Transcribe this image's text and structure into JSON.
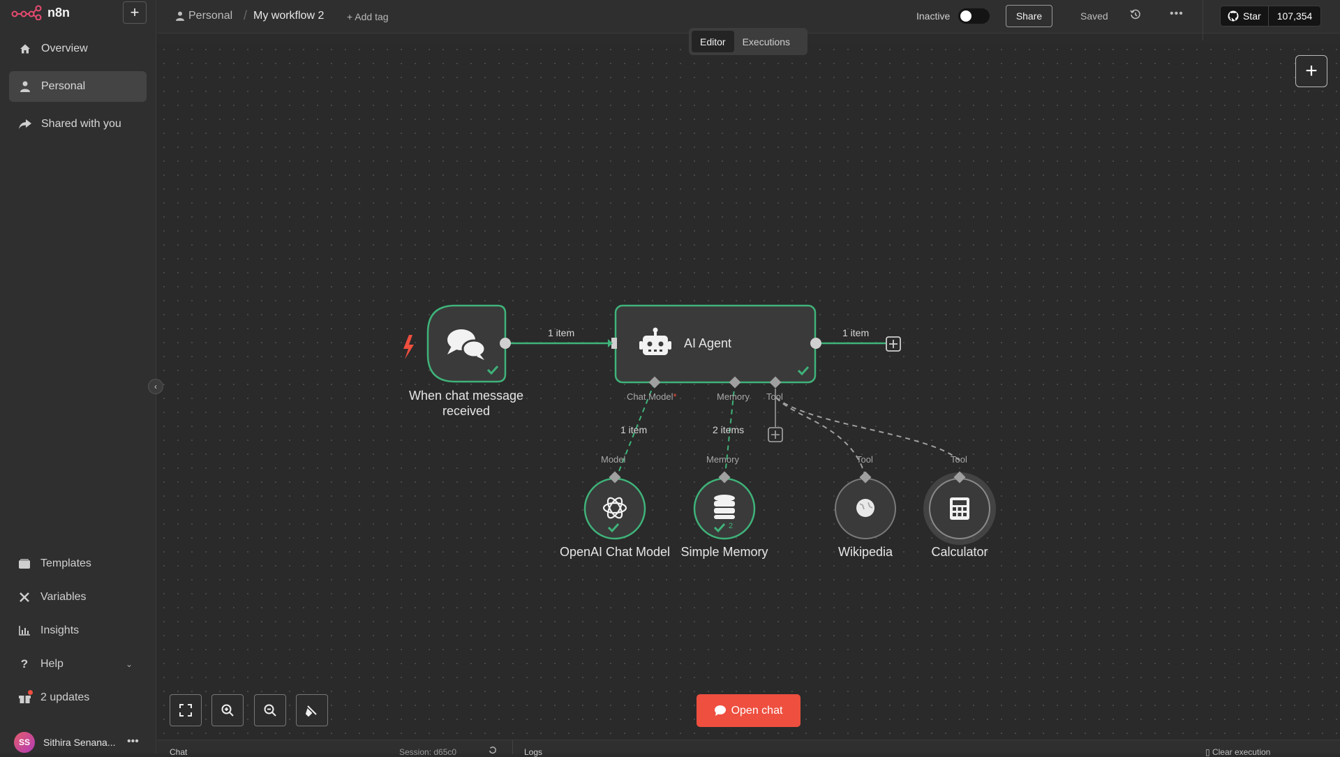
{
  "app": {
    "name": "n8n"
  },
  "sidebar": {
    "items": [
      {
        "label": "Overview",
        "icon": "home-icon"
      },
      {
        "label": "Personal",
        "icon": "user-icon",
        "active": true
      },
      {
        "label": "Shared with you",
        "icon": "share-icon"
      }
    ],
    "bottom_items": [
      {
        "label": "Templates",
        "icon": "templates-icon"
      },
      {
        "label": "Variables",
        "icon": "variables-icon"
      },
      {
        "label": "Insights",
        "icon": "insights-icon"
      },
      {
        "label": "Help",
        "icon": "help-icon"
      },
      {
        "label": "2 updates",
        "icon": "gift-icon"
      }
    ],
    "user": {
      "initials": "SS",
      "name": "Sithira Senana..."
    }
  },
  "header": {
    "breadcrumb_project": "Personal",
    "workflow_name": "My workflow 2",
    "add_tag": "+ Add tag",
    "status_label": "Inactive",
    "share_label": "Share",
    "saved_label": "Saved",
    "github_star": "Star",
    "github_count": "107,354"
  },
  "tabs": {
    "editor": "Editor",
    "executions": "Executions"
  },
  "nodes": {
    "trigger": "When chat message received",
    "agent": "AI Agent",
    "model": "OpenAI Chat Model",
    "memory": "Simple Memory",
    "wikipedia": "Wikipedia",
    "calculator": "Calculator"
  },
  "edges": {
    "trigger_to_agent": "1 item",
    "agent_out": "1 item",
    "model_items": "1 item",
    "memory_items": "2 items",
    "memory_badge": "2"
  },
  "ports": {
    "chat_model": "Chat Model",
    "chat_model_required": "*",
    "memory": "Memory",
    "tool": "Tool",
    "model_in": "Model",
    "memory_in": "Memory",
    "wiki_in": "Tool",
    "calc_in": "Tool"
  },
  "footer": {
    "open_chat": "Open chat",
    "chat_tab": "Chat",
    "session": "Session: d65c0",
    "logs_tab": "Logs",
    "clear_execution": "Clear execution"
  },
  "colors": {
    "accent_green": "#3fb37a",
    "brand": "#ee4f3f"
  }
}
